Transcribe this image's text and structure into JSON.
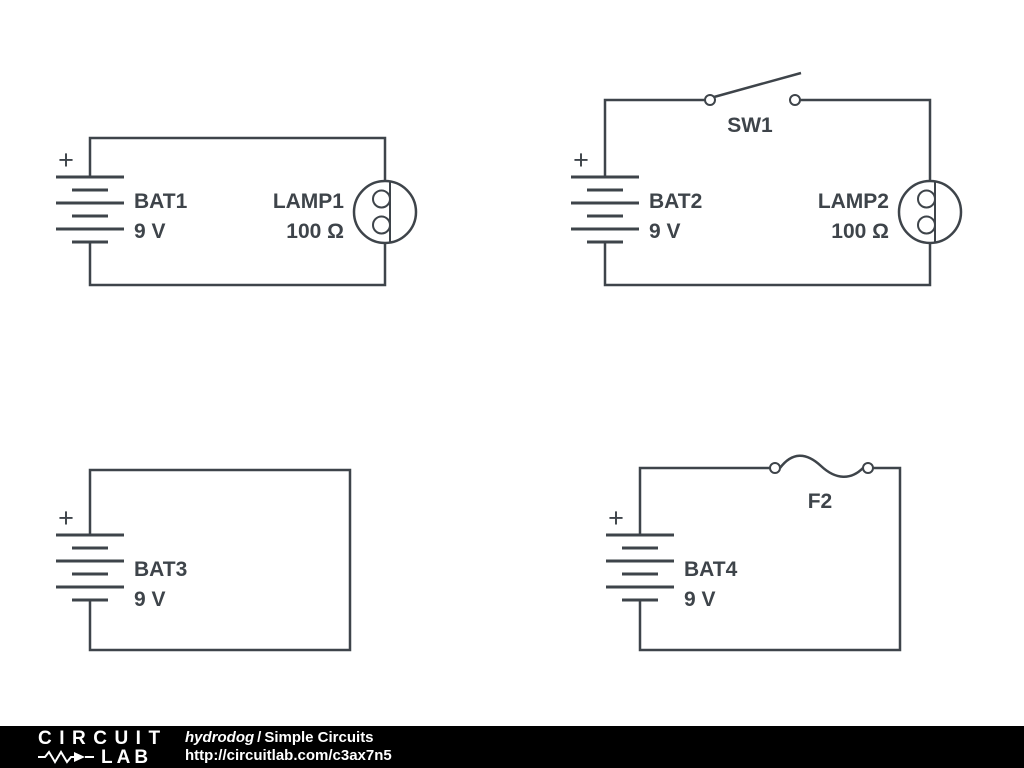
{
  "colors": {
    "wire": "#3e444a",
    "label": "#3e444a",
    "footer_bg": "#000000",
    "footer_text": "#ffffff"
  },
  "circuits": {
    "circuit1": {
      "battery_name": "BAT1",
      "battery_value": "9 V",
      "battery_polarity": "+",
      "lamp_name": "LAMP1",
      "lamp_value": "100 Ω"
    },
    "circuit2": {
      "battery_name": "BAT2",
      "battery_value": "9 V",
      "battery_polarity": "+",
      "switch_name": "SW1",
      "lamp_name": "LAMP2",
      "lamp_value": "100 Ω"
    },
    "circuit3": {
      "battery_name": "BAT3",
      "battery_value": "9 V",
      "battery_polarity": "+"
    },
    "circuit4": {
      "battery_name": "BAT4",
      "battery_value": "9 V",
      "battery_polarity": "+",
      "fuse_name": "F2"
    }
  },
  "footer": {
    "logo_line1": "CIRCUIT",
    "logo_line2": "LAB",
    "author": "hydrodog",
    "separator": "/",
    "title": "Simple Circuits",
    "url": "http://circuitlab.com/c3ax7n5"
  }
}
